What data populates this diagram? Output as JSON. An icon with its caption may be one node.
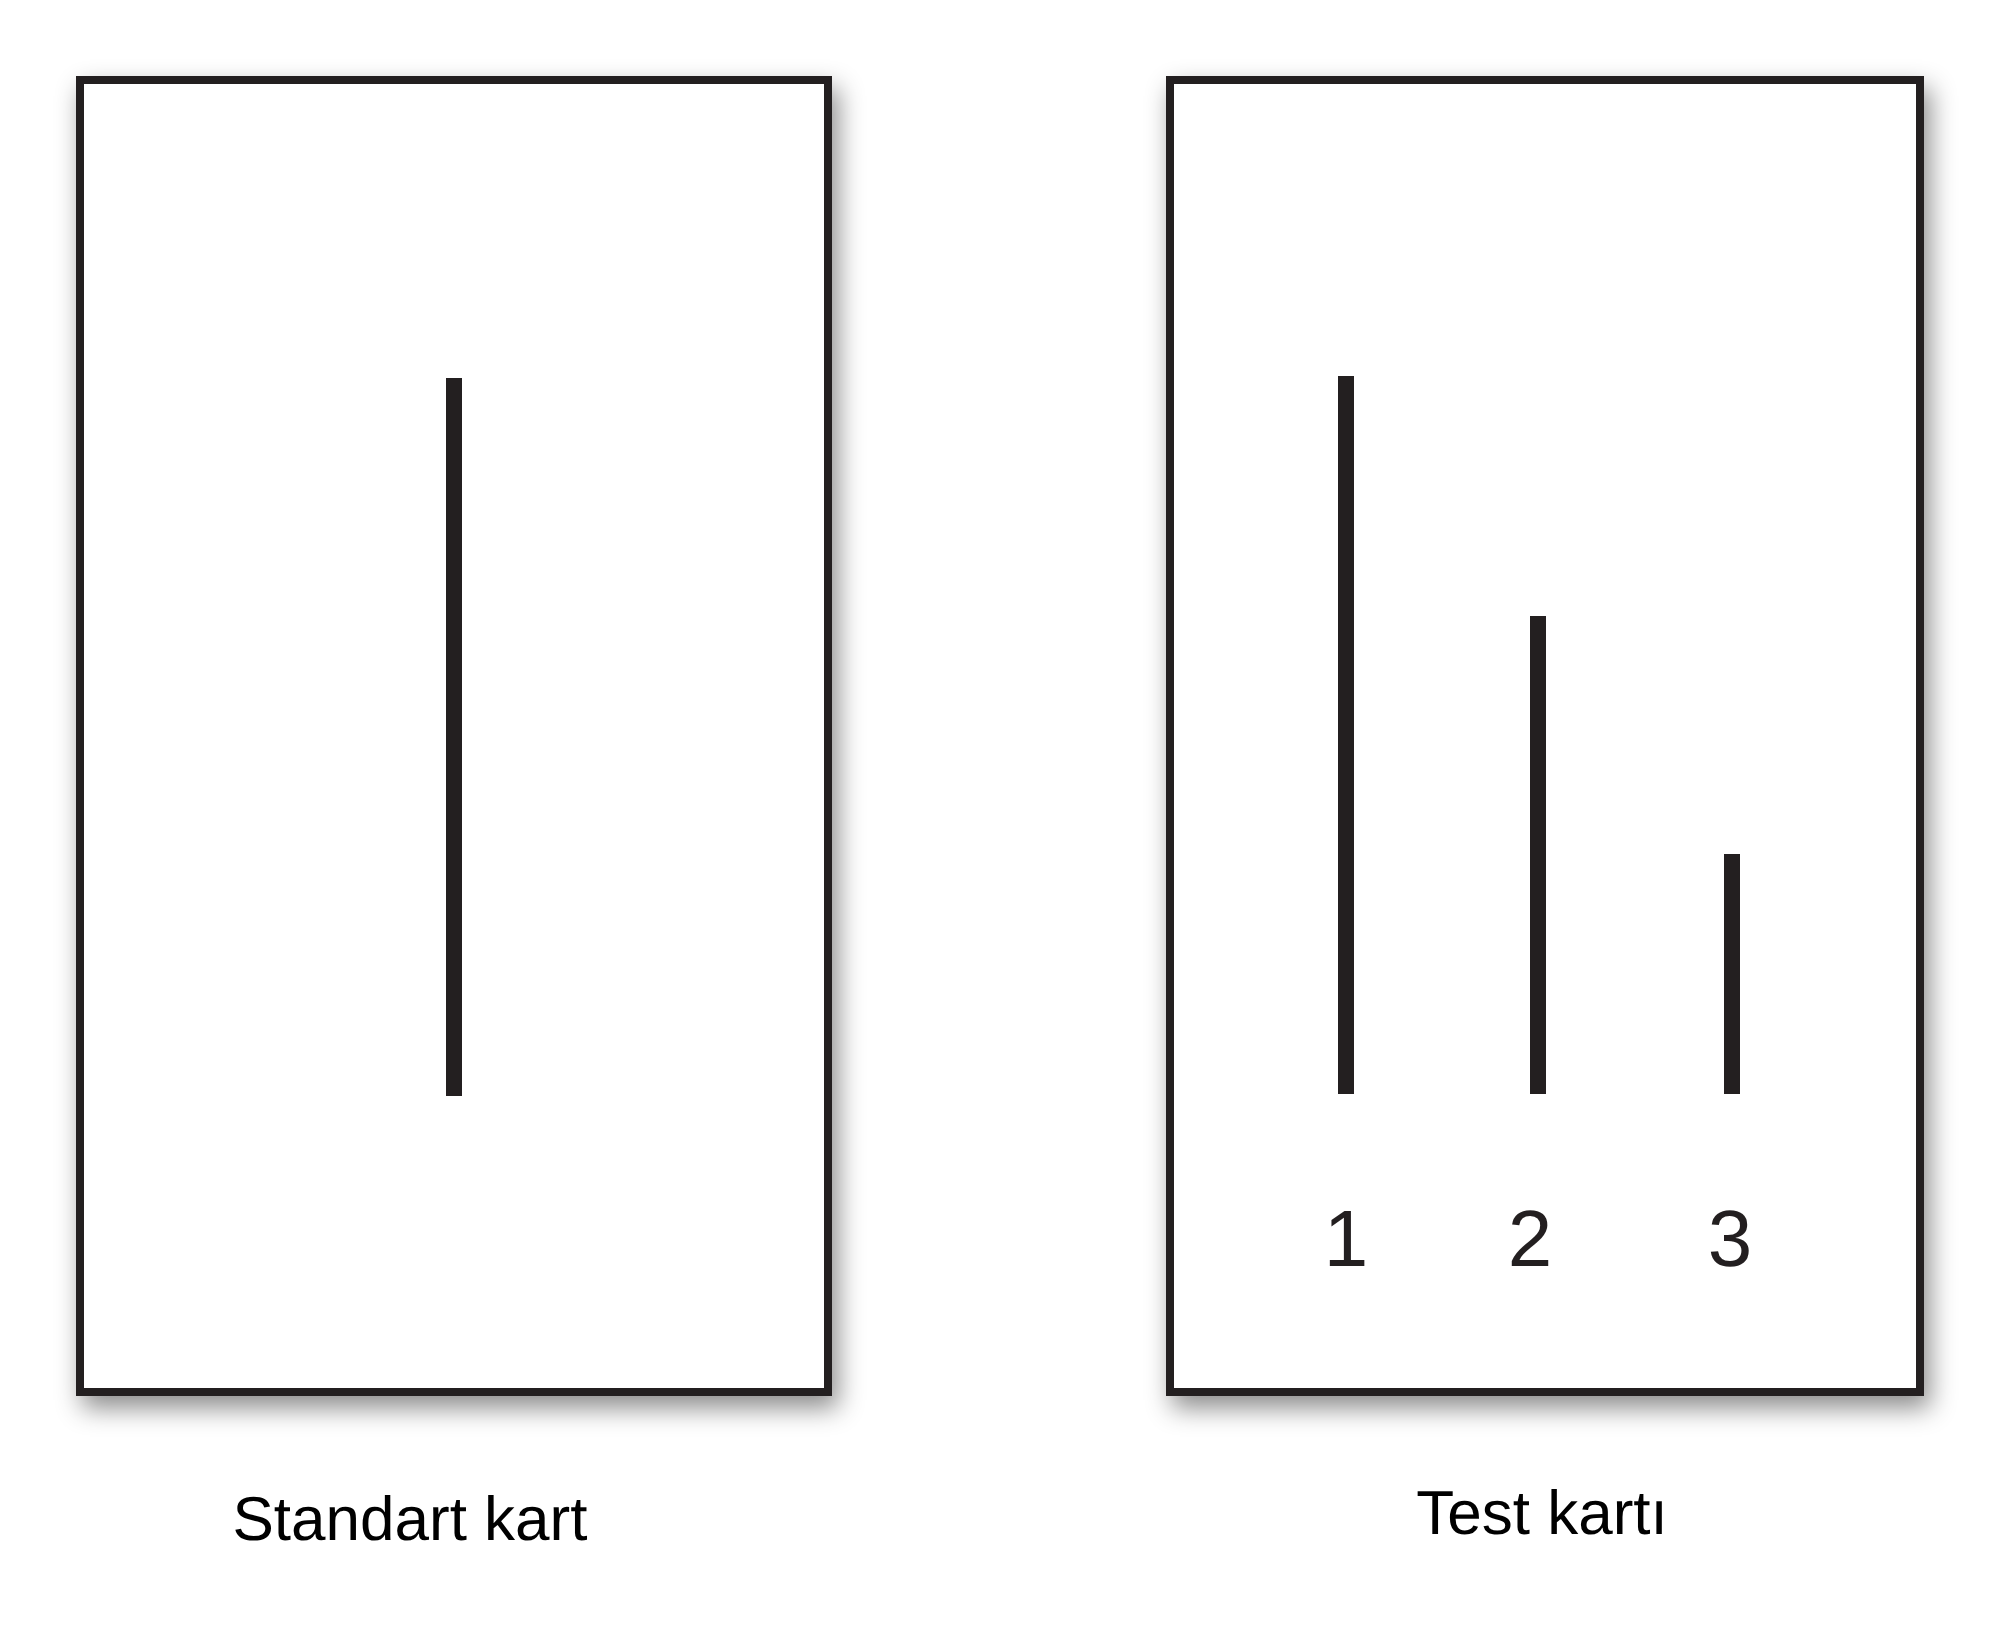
{
  "diagram": {
    "nodes": [
      {
        "text": [],
        "shape": "box",
        "beside": [
          "Standart kart"
        ]
      },
      {
        "text": [
          "1",
          "2",
          "3"
        ],
        "beside": [
          "Test kartı"
        ]
      }
    ]
  }
}
